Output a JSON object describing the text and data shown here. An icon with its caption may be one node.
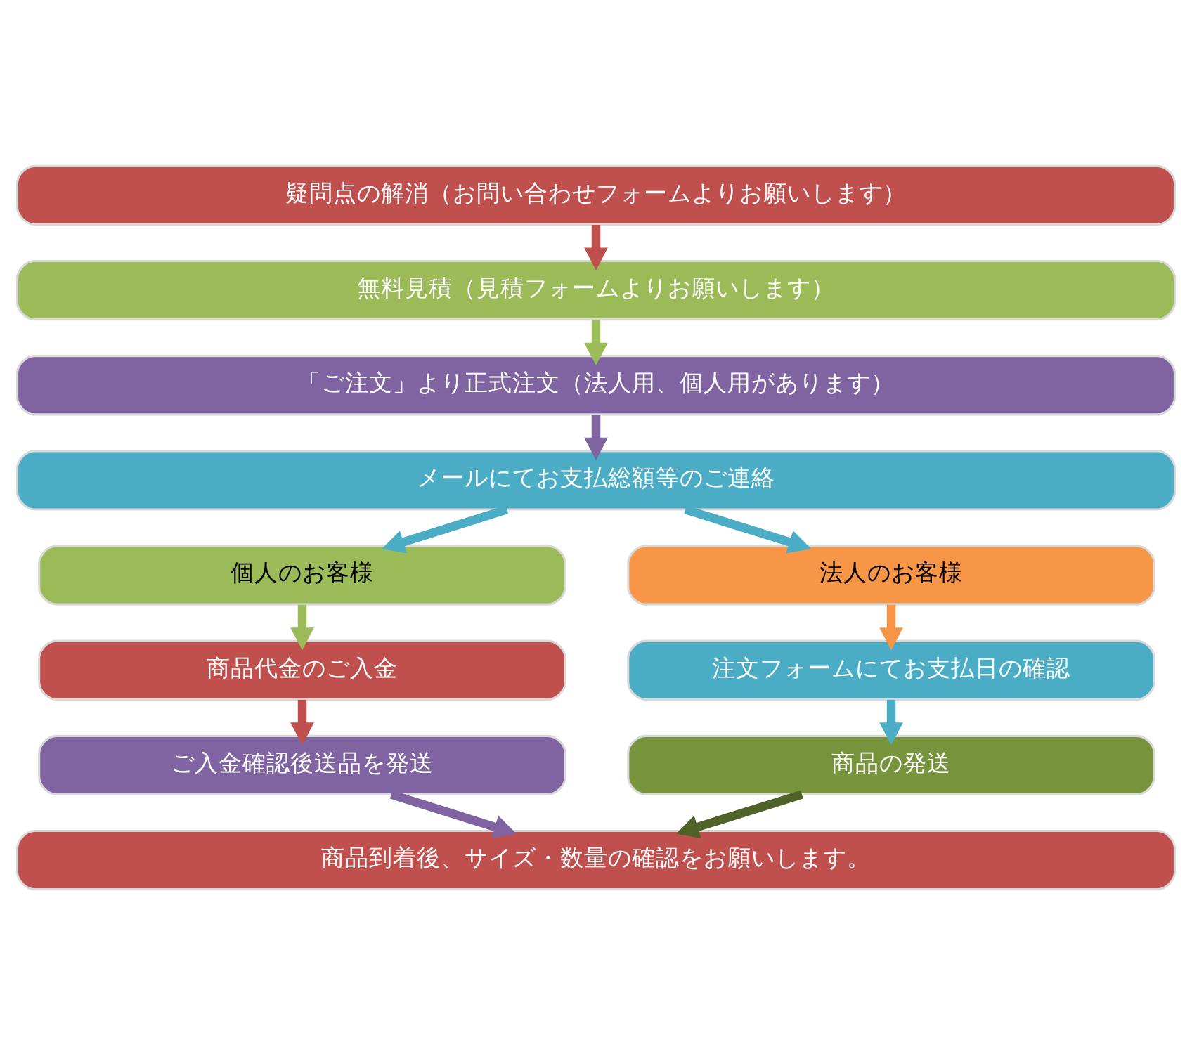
{
  "diagram": {
    "nodes": [
      {
        "text": [
          "疑問点の解消（お問い合わせフォームよりお願いします）"
        ]
      },
      {
        "text": [
          "無料見積（見積フォームよりお願いします）"
        ]
      },
      {
        "text": [
          "「ご注文」より正式注文（法人用、個人用があります）"
        ]
      },
      {
        "text": [
          "メールにてお支払総額等のご連絡"
        ]
      },
      {
        "text": [
          "個人のお客様"
        ]
      },
      {
        "text": [
          "法人のお客様"
        ]
      },
      {
        "text": [
          "商品代金のご入金"
        ]
      },
      {
        "text": [
          "注文フォームにてお支払日の確認"
        ]
      },
      {
        "text": [
          "ご入金確認後送品を発送"
        ]
      },
      {
        "text": [
          "商品の発送"
        ]
      },
      {
        "text": [
          "商品到着後、サイズ・数量の確認をお願いします。"
        ]
      }
    ],
    "edges": [
      {
        "from": 0,
        "to": 1,
        "arrow": "to",
        "color": "#c0504d"
      },
      {
        "from": 1,
        "to": 2,
        "arrow": "to",
        "color": "#9bbb59"
      },
      {
        "from": 2,
        "to": 3,
        "arrow": "to",
        "color": "#8064a2"
      },
      {
        "from": 3,
        "to": 4,
        "arrow": "to",
        "color": "#4bacc6"
      },
      {
        "from": 3,
        "to": 5,
        "arrow": "to",
        "color": "#4bacc6"
      },
      {
        "from": 4,
        "to": 6,
        "arrow": "to",
        "color": "#9bbb59"
      },
      {
        "from": 5,
        "to": 7,
        "arrow": "to",
        "color": "#f79646"
      },
      {
        "from": 6,
        "to": 8,
        "arrow": "to",
        "color": "#c0504d"
      },
      {
        "from": 7,
        "to": 9,
        "arrow": "to",
        "color": "#4bacc6"
      },
      {
        "from": 8,
        "to": 10,
        "arrow": "to",
        "color": "#8064a2"
      },
      {
        "from": 9,
        "to": 10,
        "arrow": "to",
        "color": "#4f6228"
      }
    ]
  }
}
